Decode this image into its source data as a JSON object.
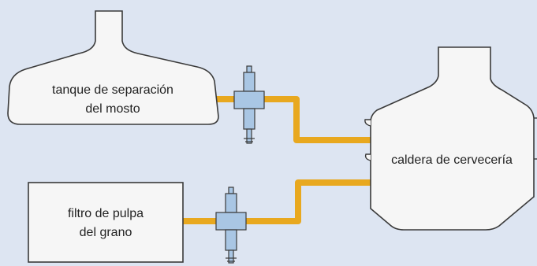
{
  "diagram": {
    "lauter_tun": {
      "line1": "tanque de separación",
      "line2": "del mosto"
    },
    "brew_kettle": {
      "label": "caldera de cervecería"
    },
    "mash_filter": {
      "line1": "filtro de pulpa",
      "line2": "del grano"
    }
  },
  "colors": {
    "background": "#dde5f2",
    "vessel_fill": "#f6f6f6",
    "outline": "#3a3a3a",
    "pipe": "#e8a81f",
    "valve": "#a9c6e4"
  }
}
